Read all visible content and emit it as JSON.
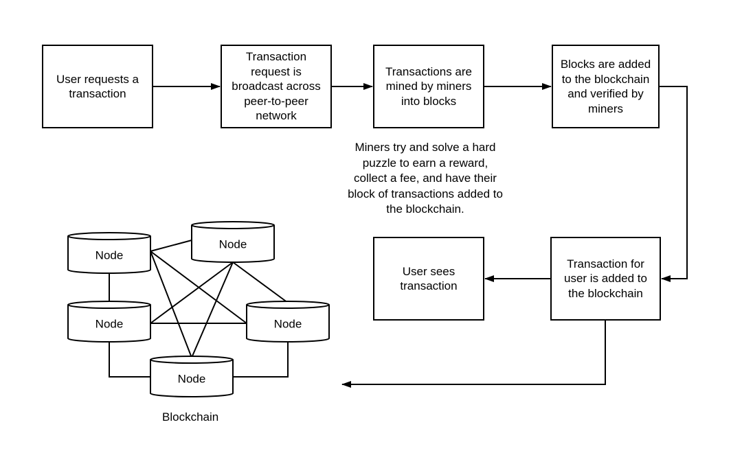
{
  "steps": [
    {
      "label": "User requests a transaction"
    },
    {
      "label": "Transaction request is broadcast across peer-to-peer network"
    },
    {
      "label": "Transactions are mined by miners into blocks"
    },
    {
      "label": "Blocks are added to the blockchain and verified by miners"
    },
    {
      "label": "Transaction for user is added to the blockchain"
    },
    {
      "label": "User sees transaction"
    }
  ],
  "miner_note": "Miners try and solve a hard puzzle to earn a reward, collect a fee, and have their block of transactions added to the blockchain.",
  "network": {
    "caption": "Blockchain",
    "nodes": [
      {
        "label": "Node"
      },
      {
        "label": "Node"
      },
      {
        "label": "Node"
      },
      {
        "label": "Node"
      },
      {
        "label": "Node"
      }
    ]
  },
  "colors": {
    "line": "#000000",
    "fill": "#ffffff"
  }
}
